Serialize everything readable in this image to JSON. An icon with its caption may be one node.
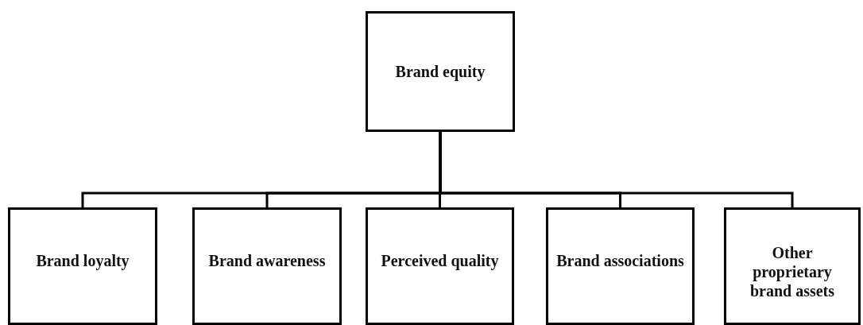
{
  "diagram": {
    "nodes": [
      {
        "text": [
          "Brand equity"
        ]
      },
      {
        "text": [
          "Brand loyalty"
        ]
      },
      {
        "text": [
          "Brand awareness"
        ]
      },
      {
        "text": [
          "Perceived quality"
        ]
      },
      {
        "text": [
          "Brand associations"
        ]
      },
      {
        "text": [
          "Other proprietary brand assets"
        ]
      }
    ],
    "edges": [
      {
        "from": 0,
        "to": 1,
        "arrow": "none"
      },
      {
        "from": 0,
        "to": 2,
        "arrow": "none"
      },
      {
        "from": 0,
        "to": 3,
        "arrow": "none"
      },
      {
        "from": 0,
        "to": 4,
        "arrow": "none"
      },
      {
        "from": 0,
        "to": 5,
        "arrow": "none"
      }
    ]
  }
}
